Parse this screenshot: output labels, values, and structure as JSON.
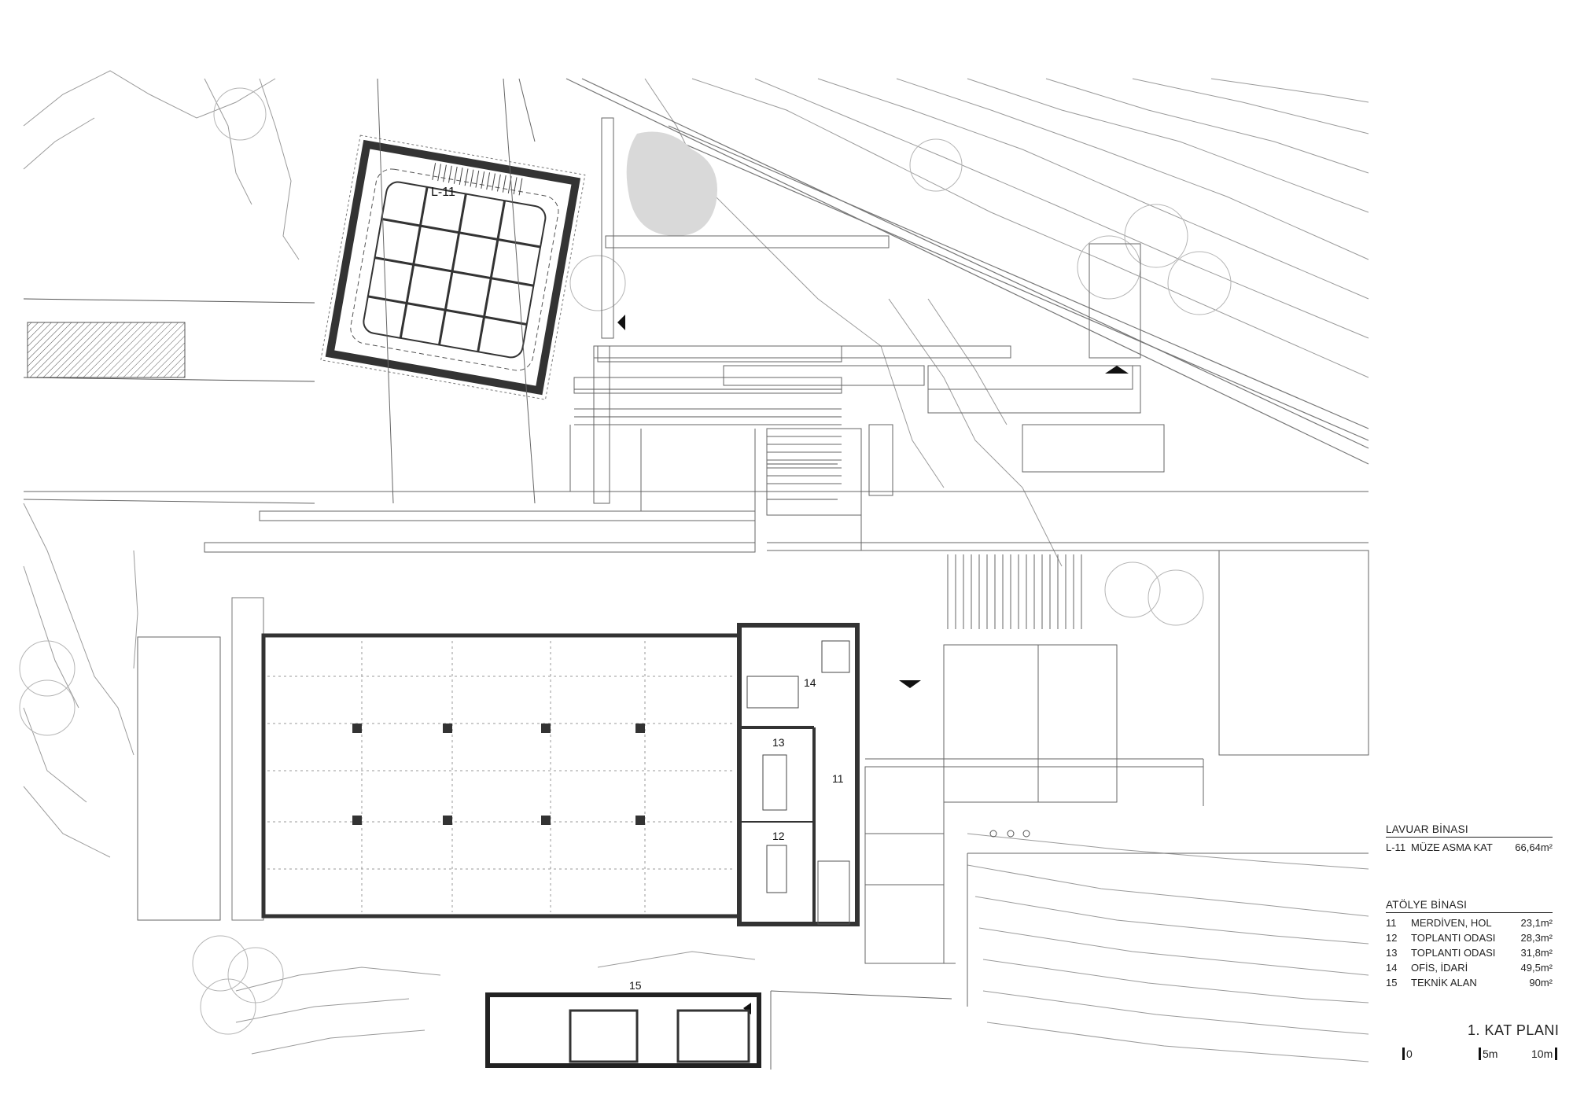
{
  "legend": {
    "lavuar": {
      "heading": "LAVUAR BİNASI",
      "rows": [
        {
          "code": "L-11",
          "name": "MÜZE ASMA KAT",
          "area": "66,64m²"
        }
      ]
    },
    "atolye": {
      "heading": "ATÖLYE BİNASI",
      "rows": [
        {
          "code": "11",
          "name": "MERDİVEN, HOL",
          "area": "23,1m²"
        },
        {
          "code": "12",
          "name": "TOPLANTI ODASI",
          "area": "28,3m²"
        },
        {
          "code": "13",
          "name": "TOPLANTI ODASI",
          "area": "31,8m²"
        },
        {
          "code": "14",
          "name": "OFİS, İDARİ",
          "area": "49,5m²"
        },
        {
          "code": "15",
          "name": "TEKNİK ALAN",
          "area": "90m²"
        }
      ]
    }
  },
  "title": "1. KAT PLANI",
  "scale_bar": {
    "zero": "0",
    "mid": "5m",
    "end": "10m"
  },
  "plan_labels": {
    "l11": "L-11",
    "r11": "11",
    "r12": "12",
    "r13": "13",
    "r14": "14",
    "r15": "15"
  },
  "colors": {
    "line": "#8a8a8a",
    "wall": "#333333",
    "fill": "#5a5a5a"
  }
}
